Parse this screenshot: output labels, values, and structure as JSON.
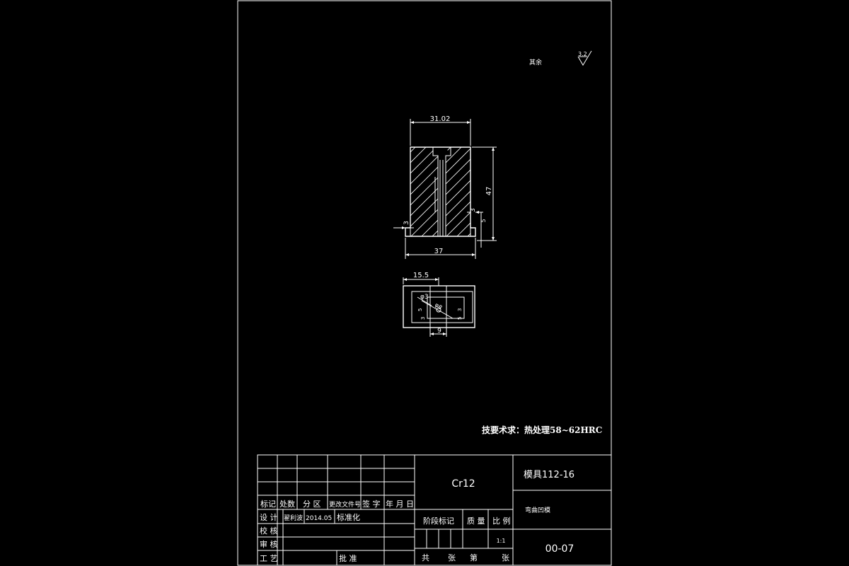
{
  "roughness_note": {
    "label": "其余",
    "value": "3.2"
  },
  "front_view": {
    "dim_top_width": "31.02",
    "dim_height": "47",
    "dim_bottom_width": "37",
    "dim_left_step": "3",
    "dim_right_step": "3",
    "dim_right_small": "5"
  },
  "top_view": {
    "dim_offset": "15.5",
    "dim_hole": "φ3",
    "dim_diag": "φ8",
    "dim_left_a": "5",
    "dim_left_b": "3",
    "dim_right_a": "3",
    "dim_right_b": "5",
    "dim_bottom": "9"
  },
  "tech_requirement": "技要术求：热处理58~62HRC",
  "title_block": {
    "material": "Cr12",
    "drawing_title": "模具112-16",
    "part_name": "弯曲凹模",
    "drawing_number": "00-07",
    "scale_value": "1:1",
    "header_row": [
      "标记",
      "处数",
      "分 区",
      "更改文件号",
      "签 字",
      "年 月 日"
    ],
    "design_label": "设 计",
    "designer": "翟利波",
    "design_date": "2014.05",
    "standardization_label": "标准化",
    "check_label": "校 核",
    "review_label": "审 核",
    "process_label": "工 艺",
    "approve_label": "批 准",
    "stage_label": "阶段标记",
    "weight_label": "质 量",
    "scale_label": "比 例",
    "sheets_total_label": "共",
    "sheets_unit_label": "张",
    "sheet_no_label": "第",
    "sheet_unit2_label": "张"
  }
}
